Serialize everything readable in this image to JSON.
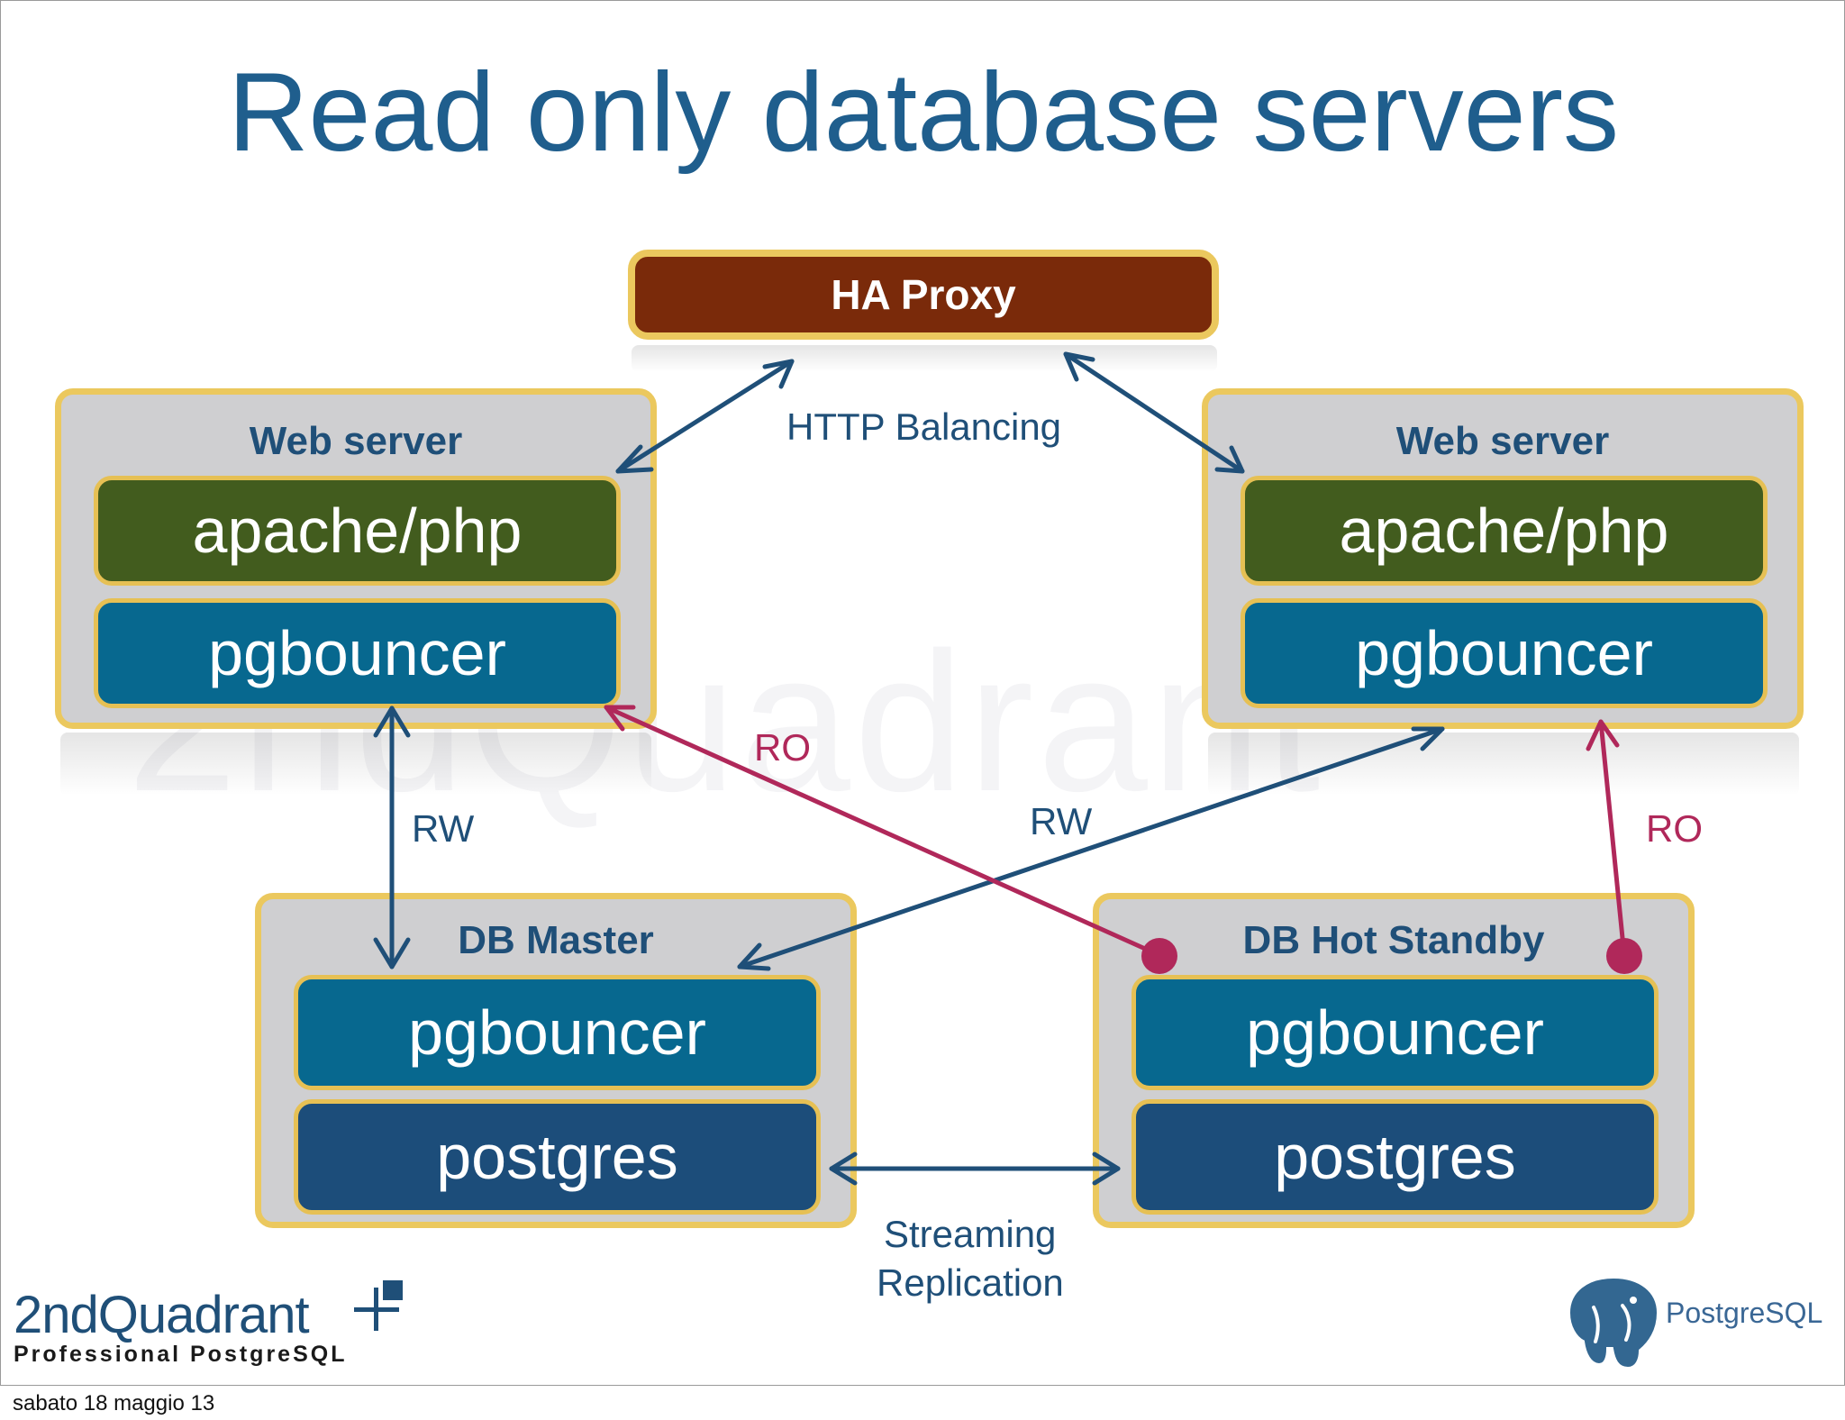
{
  "slide": {
    "title": "Read only database servers"
  },
  "watermark": "2ndQuadrant",
  "ha_proxy": {
    "label": "HA Proxy"
  },
  "web_server_left": {
    "title": "Web server",
    "layers": [
      "apache/php",
      "pgbouncer"
    ]
  },
  "web_server_right": {
    "title": "Web server",
    "layers": [
      "apache/php",
      "pgbouncer"
    ]
  },
  "db_master": {
    "title": "DB Master",
    "layers": [
      "pgbouncer",
      "postgres"
    ]
  },
  "db_standby": {
    "title": "DB Hot Standby",
    "layers": [
      "pgbouncer",
      "postgres"
    ]
  },
  "connections": {
    "http_balancing": "HTTP Balancing",
    "rw_left": "RW",
    "rw_cross": "RW",
    "ro_cross": "RO",
    "ro_right": "RO",
    "streaming_line1": "Streaming",
    "streaming_line2": "Replication"
  },
  "colors": {
    "rw": "#1f4f78",
    "ro": "#b0285a",
    "frame": "#ebc85e"
  },
  "branding": {
    "company": "2ndQuadrant",
    "tagline": "Professional PostgreSQL",
    "postgres_logo_text": "PostgreSQL"
  },
  "footer": {
    "date": "sabato 18 maggio 13"
  }
}
